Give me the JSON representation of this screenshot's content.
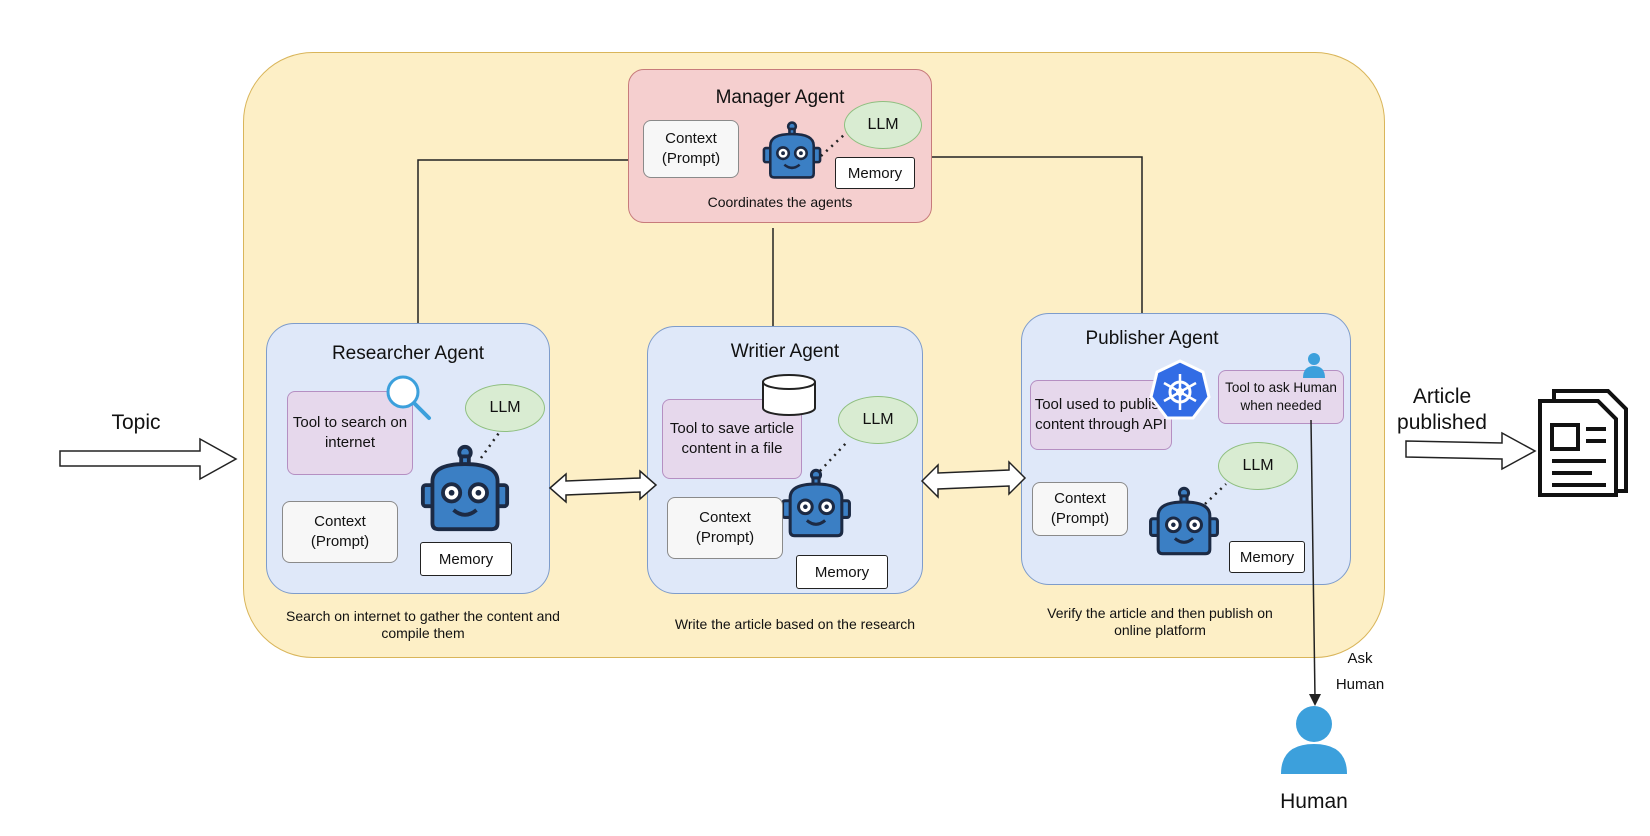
{
  "input_label": "Topic",
  "output_label": "Article published",
  "ask_label": "Ask Human",
  "human_label": "Human",
  "manager": {
    "title": "Manager Agent",
    "context": "Context (Prompt)",
    "llm": "LLM",
    "memory": "Memory",
    "caption": "Coordinates the agents"
  },
  "researcher": {
    "title": "Researcher Agent",
    "tool": "Tool to search on internet",
    "llm": "LLM",
    "context": "Context (Prompt)",
    "memory": "Memory",
    "caption": "Search on internet to gather the content and compile them"
  },
  "writer": {
    "title": "Writier Agent",
    "tool": "Tool to save article content in a file",
    "llm": "LLM",
    "context": "Context (Prompt)",
    "memory": "Memory",
    "caption": "Write the article based on the research"
  },
  "publisher": {
    "title": "Publisher Agent",
    "tool": "Tool used to publish content through API",
    "human_tool": "Tool to ask Human when needed",
    "llm": "LLM",
    "context": "Context (Prompt)",
    "memory": "Memory",
    "caption": "Verify the article and then publish on online platform"
  },
  "colors": {
    "crew_bg": "#fdefc6",
    "agent_bg": "#dfe8f9",
    "manager_bg": "#f5cfcf",
    "robot_blue": "#3b7fc4",
    "human_blue": "#3ca0dc"
  }
}
